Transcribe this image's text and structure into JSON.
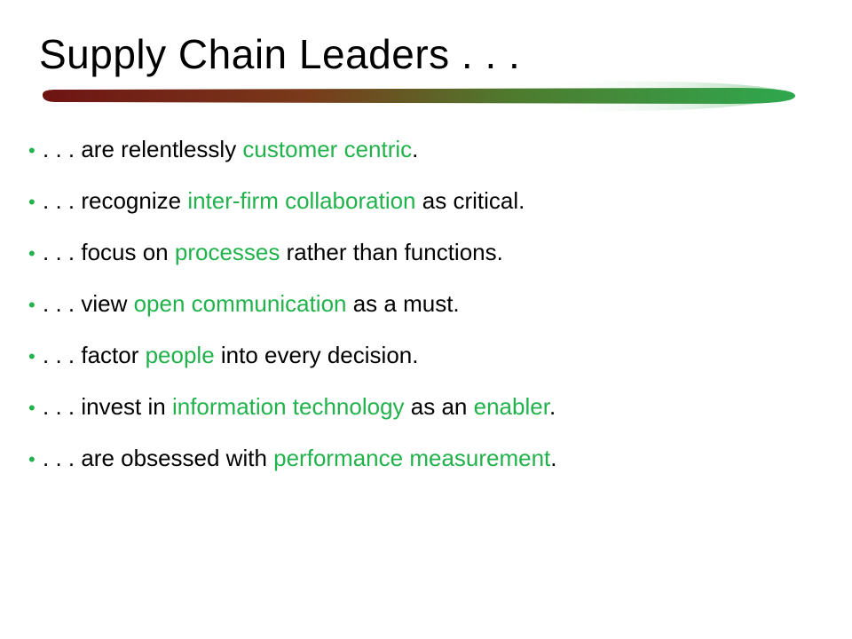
{
  "slide": {
    "title": "Supply Chain Leaders . . .",
    "colors": {
      "highlight": "#22b24c",
      "text": "#000000",
      "underline_start": "#6e1414",
      "underline_end": "#2ea84e"
    },
    "bullet_icon": "bullet-dot-icon",
    "bullets": [
      {
        "segments": [
          {
            "text": ". . . are relentlessly ",
            "highlight": false
          },
          {
            "text": "customer centric",
            "highlight": true
          },
          {
            "text": ".",
            "highlight": false
          }
        ]
      },
      {
        "segments": [
          {
            "text": ". . . recognize ",
            "highlight": false
          },
          {
            "text": "inter-firm collaboration",
            "highlight": true
          },
          {
            "text": " as critical.",
            "highlight": false
          }
        ]
      },
      {
        "segments": [
          {
            "text": ". . . focus on ",
            "highlight": false
          },
          {
            "text": "processes",
            "highlight": true
          },
          {
            "text": " rather than functions.",
            "highlight": false
          }
        ]
      },
      {
        "segments": [
          {
            "text": ". . . view ",
            "highlight": false
          },
          {
            "text": "open communication",
            "highlight": true
          },
          {
            "text": " as a must.",
            "highlight": false
          }
        ]
      },
      {
        "segments": [
          {
            "text": ". . . factor ",
            "highlight": false
          },
          {
            "text": "people",
            "highlight": true
          },
          {
            "text": " into every decision.",
            "highlight": false
          }
        ]
      },
      {
        "segments": [
          {
            "text": ". . . invest in ",
            "highlight": false
          },
          {
            "text": "information technology",
            "highlight": true
          },
          {
            "text": " as an ",
            "highlight": false
          },
          {
            "text": "enabler",
            "highlight": true
          },
          {
            "text": ".",
            "highlight": false
          }
        ]
      },
      {
        "segments": [
          {
            "text": ". . . are obsessed with ",
            "highlight": false
          },
          {
            "text": "performance measurement",
            "highlight": true
          },
          {
            "text": ".",
            "highlight": false
          }
        ]
      }
    ]
  }
}
